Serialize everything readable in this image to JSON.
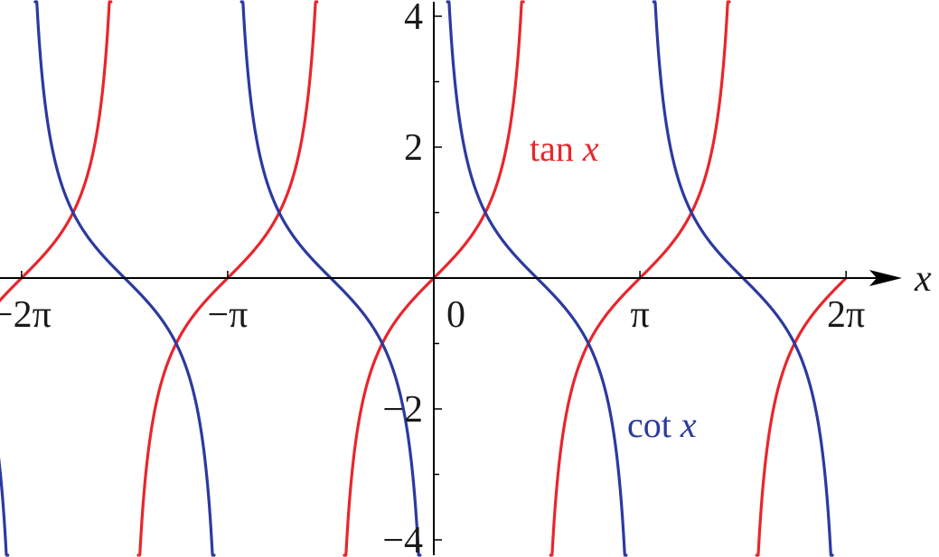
{
  "chart_data": {
    "type": "line",
    "title": "",
    "xlabel": "x",
    "ylabel": "",
    "xlim": [
      -7.2,
      7.3
    ],
    "ylim": [
      -4.2,
      4.2
    ],
    "grid": false,
    "legend": "none",
    "x_ticks": [
      {
        "value": -6.283185,
        "label": "−2π"
      },
      {
        "value": -3.141593,
        "label": "−π"
      },
      {
        "value": 0,
        "label": "0"
      },
      {
        "value": 3.141593,
        "label": "π"
      },
      {
        "value": 6.283185,
        "label": "2π"
      }
    ],
    "y_ticks": [
      {
        "value": 4,
        "label": "4"
      },
      {
        "value": 2,
        "label": "2"
      },
      {
        "value": -2,
        "label": "−2"
      },
      {
        "value": -4,
        "label": "−4"
      }
    ],
    "y_minor_ticks": [
      3,
      1,
      -1,
      -3
    ],
    "series": [
      {
        "name": "tan x",
        "function": "tan",
        "color": "#e8262c",
        "x_range": [
          -7.1,
          6.28
        ]
      },
      {
        "name": "cot x",
        "function": "cot",
        "color": "#2b3a9f",
        "x_range": [
          -7.1,
          6.28
        ]
      }
    ],
    "annotations": [
      {
        "name_prefix": "tan",
        "var": "x",
        "color": "#e8262c"
      },
      {
        "name_prefix": "cot",
        "var": "x",
        "color": "#2b3a9f"
      }
    ]
  }
}
